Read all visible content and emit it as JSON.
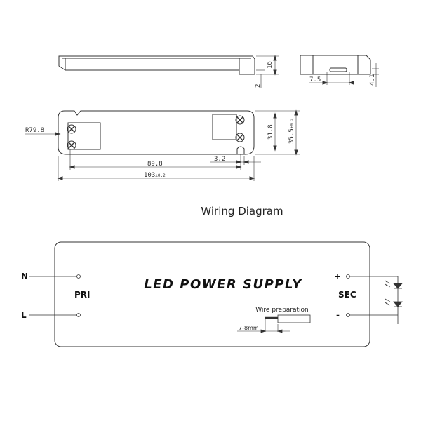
{
  "mechanical": {
    "dims": {
      "height": "16",
      "base": "2",
      "pin_width": "7.5",
      "pin_offset": "4.1",
      "radius": "R79.8",
      "inner_width": "31.8",
      "width": "35.5",
      "width_tol": "±0.2",
      "hole_spacing": "89.8",
      "edge_offset": "3.2",
      "length": "103",
      "length_tol": "±0.2"
    }
  },
  "wiring": {
    "title": "Wiring Diagram",
    "box_label": "LED POWER SUPPLY",
    "input_n": "N",
    "input_l": "L",
    "pri": "PRI",
    "sec": "SEC",
    "plus": "+",
    "minus": "-",
    "wire_prep_label": "Wire preparation",
    "strip_length": "7-8mm"
  }
}
